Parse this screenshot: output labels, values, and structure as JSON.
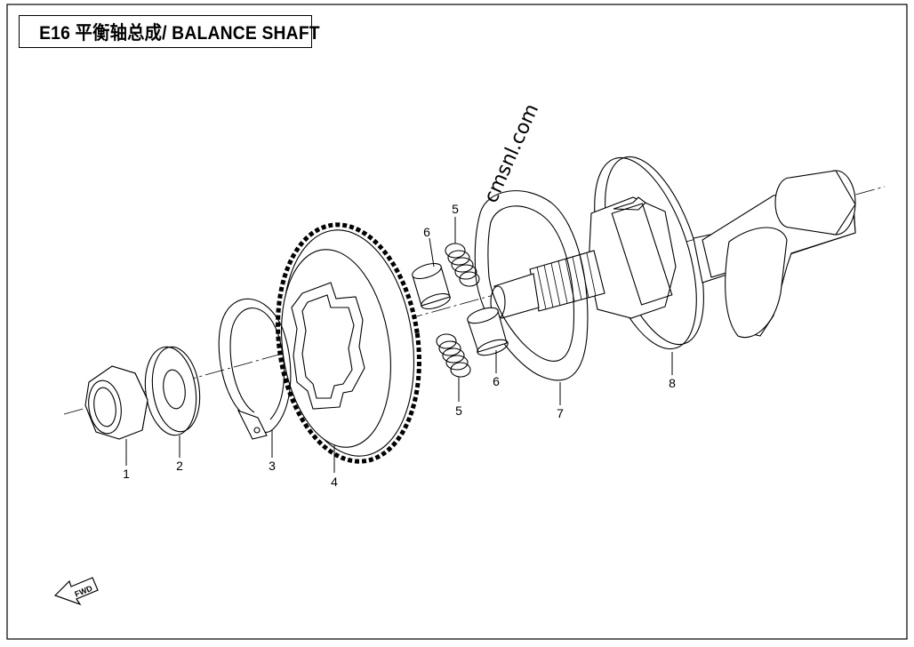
{
  "title": "E16  平衡轴总成/ BALANCE SHAFT",
  "watermark": "cmsnl.com",
  "fwd_label": "FWD",
  "callouts": [
    "1",
    "2",
    "3",
    "4",
    "5",
    "6",
    "5",
    "6",
    "7",
    "8"
  ],
  "parts": [
    "hex-nut",
    "washer",
    "snap-ring",
    "balance-gear",
    "spring",
    "pin",
    "spring",
    "pin",
    "damper-plate",
    "balance-shaft"
  ]
}
